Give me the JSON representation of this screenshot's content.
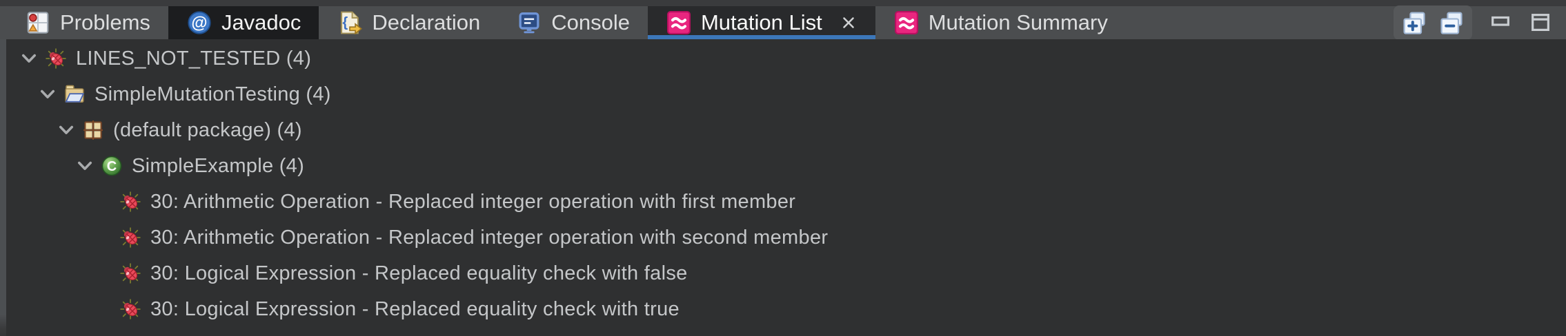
{
  "view": {
    "tabs": [
      {
        "id": "problems",
        "label": "Problems",
        "icon": "problems-icon",
        "state": "normal",
        "closable": false
      },
      {
        "id": "javadoc",
        "label": "Javadoc",
        "icon": "javadoc-icon",
        "state": "selected",
        "closable": false
      },
      {
        "id": "declaration",
        "label": "Declaration",
        "icon": "declaration-icon",
        "state": "normal",
        "closable": false
      },
      {
        "id": "console",
        "label": "Console",
        "icon": "console-icon",
        "state": "normal",
        "closable": false
      },
      {
        "id": "mutation-list",
        "label": "Mutation List",
        "icon": "mutation-icon",
        "state": "active",
        "closable": true
      },
      {
        "id": "mutation-summary",
        "label": "Mutation Summary",
        "icon": "mutation-icon",
        "state": "normal",
        "closable": false
      }
    ],
    "toolbar": [
      {
        "id": "expand-all",
        "icon": "expand-all-icon",
        "grouped": true
      },
      {
        "id": "collapse-all",
        "icon": "collapse-all-icon",
        "grouped": true
      },
      {
        "id": "minimize",
        "icon": "minimize-icon",
        "grouped": false
      },
      {
        "id": "maximize",
        "icon": "maximize-icon",
        "grouped": false
      }
    ]
  },
  "tree": {
    "rows": [
      {
        "level": 1,
        "expanded": true,
        "icon": "bug-icon",
        "label": "LINES_NOT_TESTED (4)"
      },
      {
        "level": 2,
        "expanded": true,
        "icon": "project-folder-icon",
        "label": "SimpleMutationTesting (4)"
      },
      {
        "level": 3,
        "expanded": true,
        "icon": "package-icon",
        "label": "(default package) (4)"
      },
      {
        "level": 4,
        "expanded": true,
        "icon": "class-icon",
        "label": "SimpleExample (4)"
      },
      {
        "level": 5,
        "expanded": false,
        "icon": "bug-icon",
        "label": "30: Arithmetic Operation - Replaced integer operation with first member"
      },
      {
        "level": 5,
        "expanded": false,
        "icon": "bug-icon",
        "label": "30: Arithmetic Operation - Replaced integer operation with second member"
      },
      {
        "level": 5,
        "expanded": false,
        "icon": "bug-icon",
        "label": "30: Logical Expression - Replaced equality check with false"
      },
      {
        "level": 5,
        "expanded": false,
        "icon": "bug-icon",
        "label": "30: Logical Expression - Replaced equality check with true"
      }
    ]
  },
  "colors": {
    "tabbar_bg": "#4b4d4f",
    "tab_selected_bg": "#1c1d1f",
    "tab_active_bg": "#292a2c",
    "active_underline": "#3c77b9",
    "tree_bg": "#2f3031",
    "tree_text": "#c5c7c9",
    "mutation_pink": "#e9267f"
  }
}
